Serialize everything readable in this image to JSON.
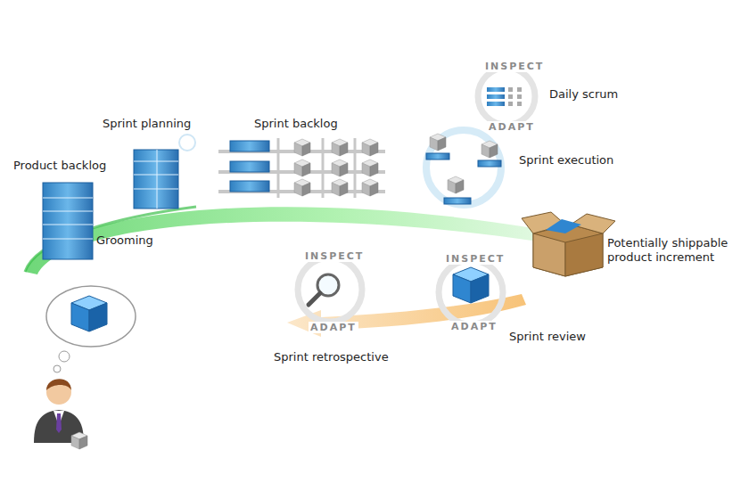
{
  "diagram": {
    "labels": [
      "Product backlog",
      "Grooming",
      "Sprint planning",
      "Sprint backlog",
      "INSPECT",
      "ADAPT",
      "Daily scrum",
      "Sprint execution",
      "Potentially shippable product increment",
      "INSPECT",
      "ADAPT",
      "Sprint review",
      "INSPECT",
      "ADAPT",
      "Sprint retrospective"
    ]
  }
}
